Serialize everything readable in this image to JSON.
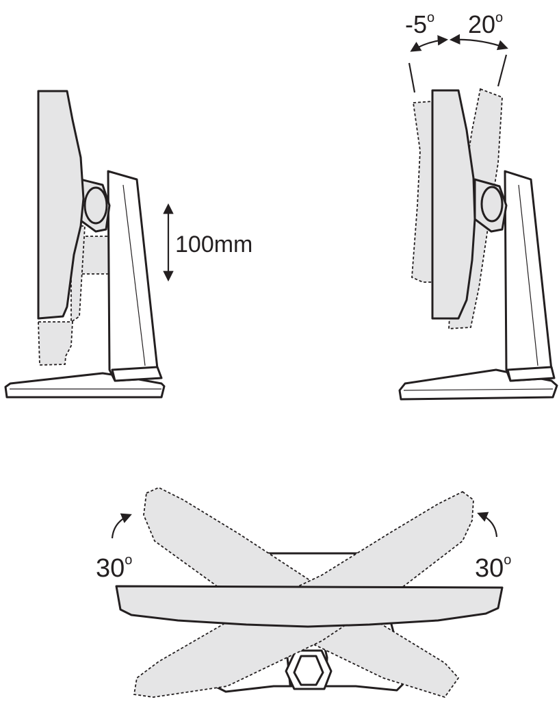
{
  "diagram": {
    "height_adjust": {
      "label": "100mm"
    },
    "tilt": {
      "forward_label": "-5",
      "backward_label": "20",
      "degree_symbol": "o"
    },
    "swivel": {
      "left_label": "30",
      "right_label": "30",
      "degree_symbol": "o"
    },
    "colors": {
      "stroke": "#231f20",
      "panel_fill": "#e5e5e6",
      "background": "#ffffff"
    }
  }
}
